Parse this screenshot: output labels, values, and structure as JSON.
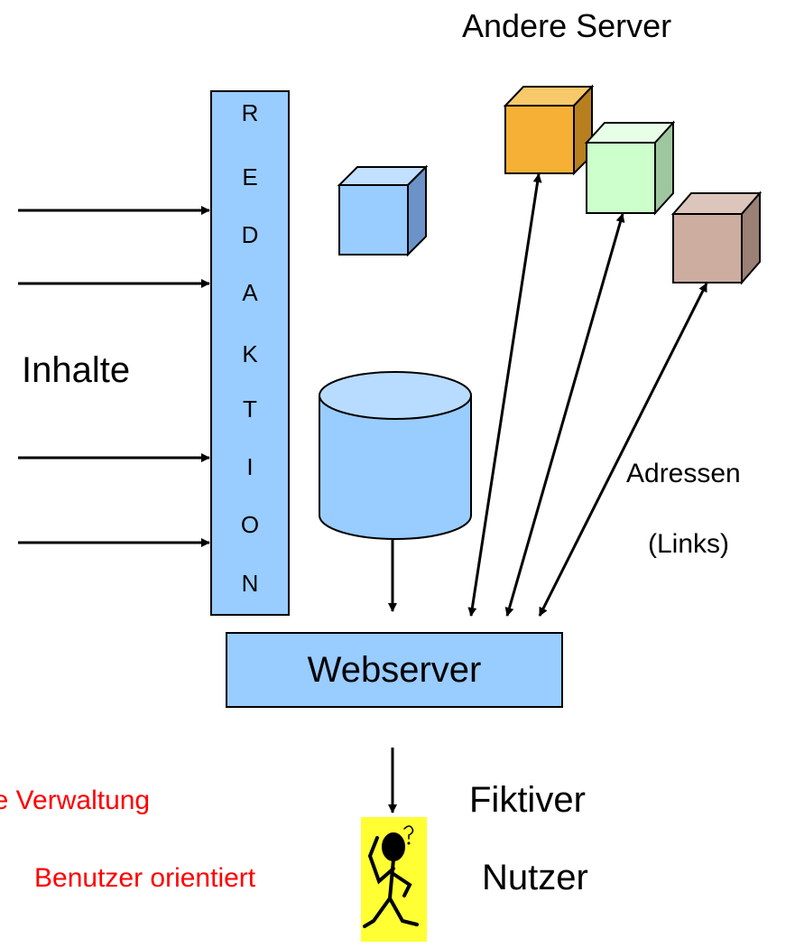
{
  "title": "Andere Server",
  "inputs_label": "Inhalte",
  "redaktion_letters": [
    "R",
    "E",
    "D",
    "A",
    "K",
    "T",
    "I",
    "O",
    "N"
  ],
  "webserver_label": "Webserver",
  "links_label_1": "Adressen",
  "links_label_2": "(Links)",
  "user_label_1": "Fiktiver",
  "user_label_2": "Nutzer",
  "red_note_1": "le Verwaltung",
  "red_note_2": "Benutzer orientiert",
  "colors": {
    "node_fill": "#99ccff",
    "server_orange": "#f5b035",
    "server_green": "#ccffcc",
    "server_brown": "#ccad9f",
    "note_red": "#ff0000",
    "user_bg": "#ffff33"
  }
}
